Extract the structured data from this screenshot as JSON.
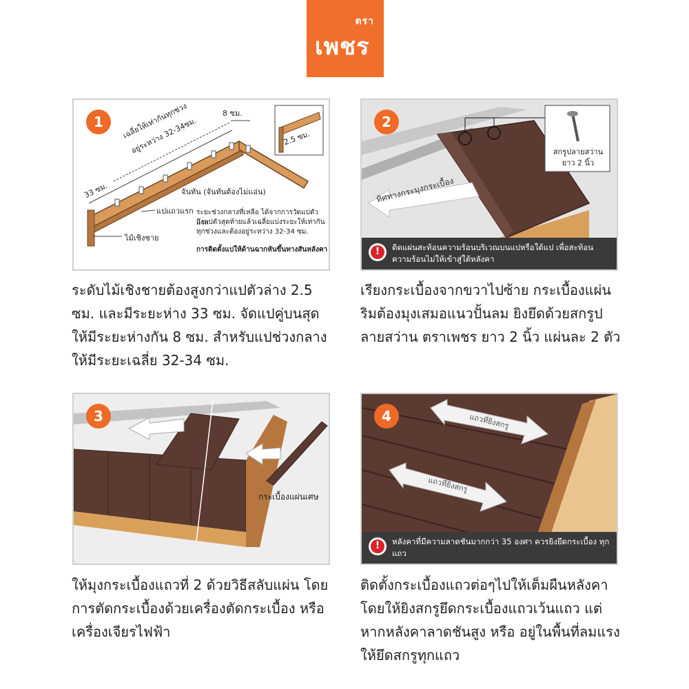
{
  "brand": {
    "small": "ตรา",
    "big": "เพชร"
  },
  "steps": [
    {
      "number": "1",
      "labels": {
        "top_small": "8 ซม.",
        "diag1": "เฉลี่ยให้เท่ากันทุกช่วง",
        "diag2": "อยู่ระหว่าง 32-34ซม.",
        "inset": "2.5 ซม.",
        "left": "33 ซม.",
        "jintan": "จันทัน (จันทันต้องไม่แอ่น)",
        "paep": "แปแถวแรก",
        "maicheng": "ไม้เชิงชาย",
        "note1": "ระยะช่วงกลางที่เหลือ ได้จากการวัดแปตัวแรก",
        "note2": "ถึงแปตัวสุดท้ายแล้วเฉลี่ยแบ่งระยะให้เท่ากัน",
        "note3": "ทุกช่วงและต้องอยู่ระหว่าง 32-34 ซม.",
        "note4": "การติดตั้งแปให้ด้านฉากหันขึ้นทางสันหลังคา"
      },
      "caption": "ระดับไม้เชิงชายต้องสูงกว่าแปตัวล่าง 2.5 ซม. และมีระยะห่าง 33 ซม. จัดแปคู่บนสุดให้มีระยะห่างกัน 8 ซม. สำหรับแปช่วงกลาง ให้มีระยะเฉลี่ย 32-34 ซม."
    },
    {
      "number": "2",
      "labels": {
        "screw1": "สกรูปลายสว่าน",
        "screw2": "ยาว 2 นิ้ว",
        "direction": "ทิศทางกระมุงกระเบื้อง"
      },
      "warning": "ติดแผ่นสะท้อนความร้อนบริเวณบนแปหรือใต้แป เพื่อสะท้อน ความร้อนไม่ให้เข้าสู่ใต้หลังคา",
      "caption": "เรียงกระเบื้องจากขวาไปซ้าย กระเบื้องแผ่นริมต้องมุงเสมอแนวปั้นลม ยิงยึดด้วยสกรูปลายสว่าน ตราเพชร ยาว 2 นิ้ว แผ่นละ 2 ตัว"
    },
    {
      "number": "3",
      "labels": {
        "scrap": "กระเบื้องแผ่นเศษ"
      },
      "caption": "ให้มุงกระเบื้องแถวที่ 2 ด้วยวิธีสลับแผ่น โดยการตัดกระเบื้องด้วยเครื่องตัดกระเบื้อง หรือ เครื่องเจียรไฟฟ้า"
    },
    {
      "number": "4",
      "labels": {
        "row1": "แถวที่ยิงสกรู",
        "row2": "แถวที่ยิงสกรู"
      },
      "warning": "หลังคาที่มีความลาดชันมากกว่า 35 องศา ควรยิงยึดกระเบื้อง ทุกแถว",
      "caption": "ติดตั้งกระเบื้องแถวต่อๆไปให้เต็มผืนหลังคา โดยให้ยิงสกรูยึดกระเบื้องแถวเว้นแถว แต่หากหลังคาลาดชันสูง หรือ อยู่ในพื้นที่ลมแรงให้ยึดสกรูทุกแถว"
    }
  ]
}
